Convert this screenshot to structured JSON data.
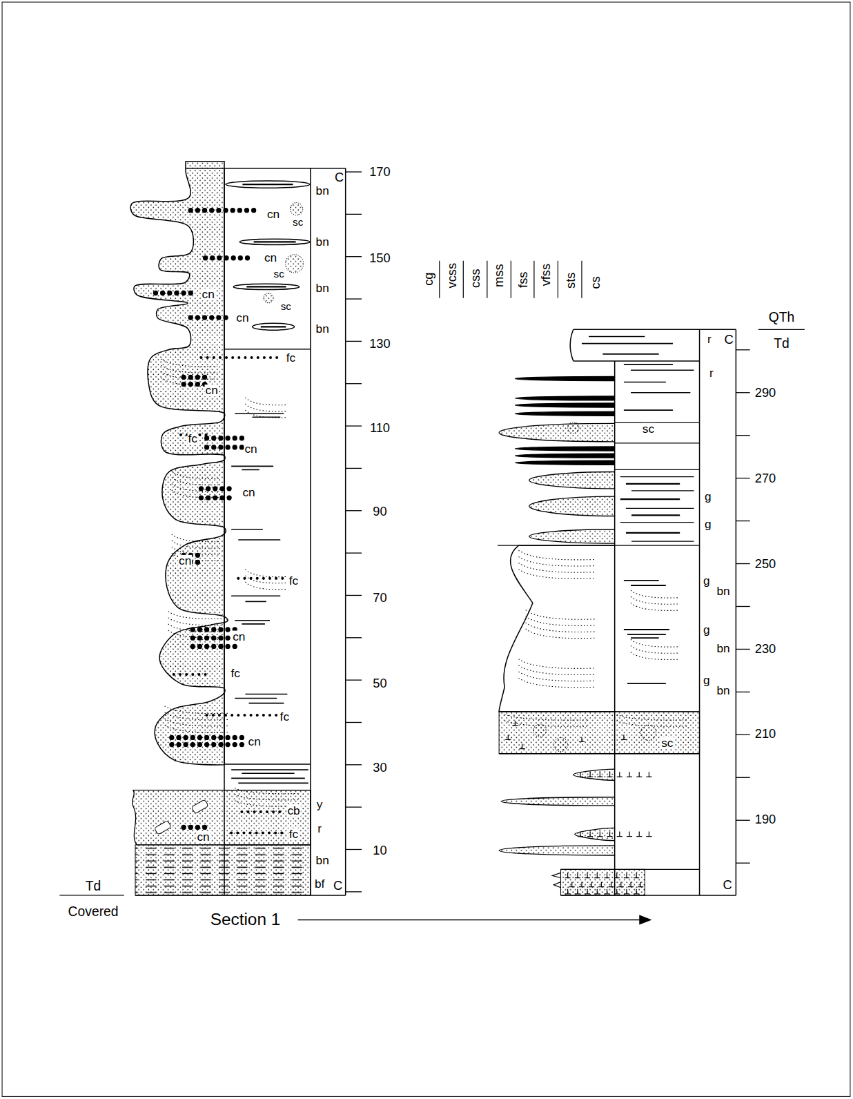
{
  "diagram": {
    "labels": [
      "170",
      "C",
      "bn",
      "cn",
      "sc",
      "bn",
      "150",
      "cn",
      "sc",
      "bn",
      "cn",
      "sc",
      "cn",
      "bn",
      "130",
      "fc",
      "cn",
      "110",
      "fc",
      "cn",
      "cn",
      "90",
      "cn",
      "fc",
      "70",
      "cn",
      "fc",
      "50",
      "fc",
      "cn",
      "30",
      "y",
      "cb",
      "r",
      "fc",
      "cn",
      "10",
      "bn",
      "bf",
      "C",
      "Td",
      "Covered",
      "Section 1",
      "cg",
      "vcss",
      "css",
      "mss",
      "fss",
      "vfss",
      "sts",
      "cs",
      "QTh",
      "Td",
      "r",
      "C",
      "r",
      "290",
      "sc",
      "270",
      "g",
      "g",
      "250",
      "g",
      "bn",
      "g",
      "bn",
      "230",
      "g",
      "bn",
      "210",
      "sc",
      "190",
      "C"
    ]
  }
}
